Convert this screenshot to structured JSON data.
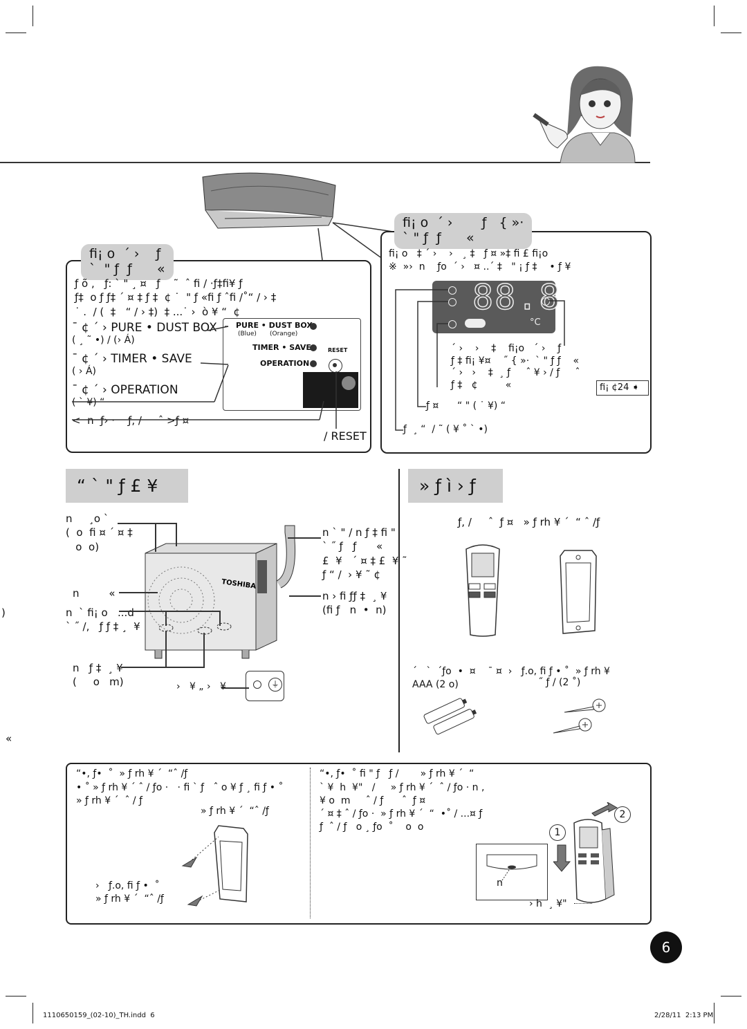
{
  "page_number": "6",
  "footer": {
    "file": "1110650159_(02-10)_TH.indd  6",
    "stamp": "2/28/11  2:13 PM"
  },
  "indoor_tab": {
    "title": "ﬁ¡ o  ´ ›    ƒ \n`  \" ƒ  ƒ      «"
  },
  "indoor_text": "ƒ õ ,   ƒ: ` \" ¸ ¤   ƒ    ˜  ˆ ﬁ / ·ƒ‡ﬁ¥ ƒ\nƒ‡  o ƒ ƒ‡ ´ ¤ ‡ ƒ ‡  ¢ ˙  \" ƒ «ﬁ ƒ ˆﬁ /˚“ / › ‡\n˙ .  / (  ‡   “ / › ‡)  ‡ ...˙ ›  ò ¥ “  ¢",
  "lamp_labels": {
    "pure": "¯ ¢ ´ › PURE • DUST BOX",
    "pure_sub": "( ¸ ˜ •) / (› Á)",
    "timer": "¯ ¢ ´ › TIMER • SAVE",
    "timer_sub": "( › Á)",
    "operation": "¯ ¢ ´ › OPERATION",
    "operation_sub": "( ` ¥) “",
    "receiver": "<  n  ƒ› ·    ƒ, /     ˆ >ƒ ¤",
    "reset": "/ RESET"
  },
  "panel": {
    "pure_dust": "PURE • DUST BOX",
    "blue": "(Blue)",
    "orange": "(Orange)",
    "timer_save": "TIMER • SAVE",
    "reset_small": "RESET",
    "operation": "OPERATION"
  },
  "display_tab": {
    "title": "ﬁ¡ o  ´ ›       ƒ   { »·\n` \" ƒ  ƒ      «"
  },
  "display_text": "ﬁ¡ o   ‡ ´ ›    ›   ¸ ‡   ƒ ¤ »‡ ﬁ £ ﬁ¡o\n※  »›  n    ƒo  ´ ›   ¤ ..´ ‡   \" ¡ ƒ ‡    • ƒ ¥",
  "display": {
    "digits": "88.8",
    "unit": "°C",
    "note1": "´ ›    ›    ‡    ﬁ¡o   ´ ›    ƒ\nƒ ‡ ﬁ¡ ¥¤    ˝ { »·  ` \" ƒ ƒ    «\n´ ›   ›    ‡  ¸ ƒ     ˆ ¥ › / ƒ     ˆ\nƒ ‡   ¢         «",
    "ref": "ﬁ¡ ¢24",
    "note2": "ƒ ¤      “ \" ( ˙ ¥) “",
    "note3": "ƒ  ¸ “  / ˜ ( ¥ ˚ ` •)"
  },
  "outdoor": {
    "title": "“ `  \" ƒ £  ¥",
    "inlet": "n     ¸o `\n(  o  ﬁ ¤ ´ ¤ ‡\n   o  o)",
    "fan": "n         «",
    "outlet": "n  ` ﬁ¡ o   ...d\n` ˝ /,   ƒ ƒ ‡ ¸  ¥",
    "drain": "n   ƒ ‡  ¸ ¥\n(     o   m)",
    "earth": "›   ¥ „ ›   ¥",
    "pipe": "n ` \" / n ƒ ‡ ﬁ \"\n` ˝ ƒ   ƒ      «\n£  ¥   ´ ¤ ‡ £  ¥ ˜\nƒ “ /  › ¥ ˜ ¢",
    "hose": "n › ﬁ ƒƒ ‡  ¸ ¥\n(ﬁ ƒ   n  •  n)"
  },
  "remote": {
    "title": "» ƒ ì › ƒ",
    "caption": "ƒ, /     ˆ  ƒ ¤   » ƒ rh ¥ ´  “ ˆ /ƒ",
    "battery": "´   `  ´ƒo  •  ¤    ¯ ¤  ›   ƒ.o, ﬁ ƒ • ˚  » ƒ rh ¥\nAAA (2 o)",
    "screws": "˝ ƒ / (2 ˚)"
  },
  "install_left": {
    "heading": "“•, ƒ•  ˚  » ƒ rh ¥ ´  “ˆ /ƒ",
    "body": "• ˚ » ƒ rh ¥ ´ ˆ / ƒo ·   · ﬁ ` ƒ   ˆ o ¥ ƒ ¸ ﬁ ƒ • ˚\n» ƒ rh ¥ ´  ˆ / ƒ",
    "sub": "» ƒ rh ¥ ´  “ˆ /ƒ",
    "screw_note": "›   ƒ.o, ﬁ ƒ •  ˚\n» ƒ rh ¥ ´  “ˆ /ƒ"
  },
  "install_right": {
    "heading": "“•, ƒ•  ˚ ﬁ \" ƒ   ƒ /       » ƒ rh ¥ ´  “",
    "body": "` ¥  h  ¥\"   /     » ƒ rh ¥ ´  ˆ / ƒo · n ,\n¥ o  m     ˆ / ƒ      ˆ  ƒ ¤\n´ ¤ ‡ ˆ / ƒo ·  » ƒ rh ¥ ´  “  •˚ / ...¤ ƒ\nƒ  ˆ / ƒ   o ¸ ƒo  ˚    o  o",
    "n_label": "n",
    "hook_label": "› h  ¸ ¥\"",
    "step1": "1",
    "step2": "2"
  },
  "left_margin_mark": "«",
  "left_paren_mark": ")"
}
